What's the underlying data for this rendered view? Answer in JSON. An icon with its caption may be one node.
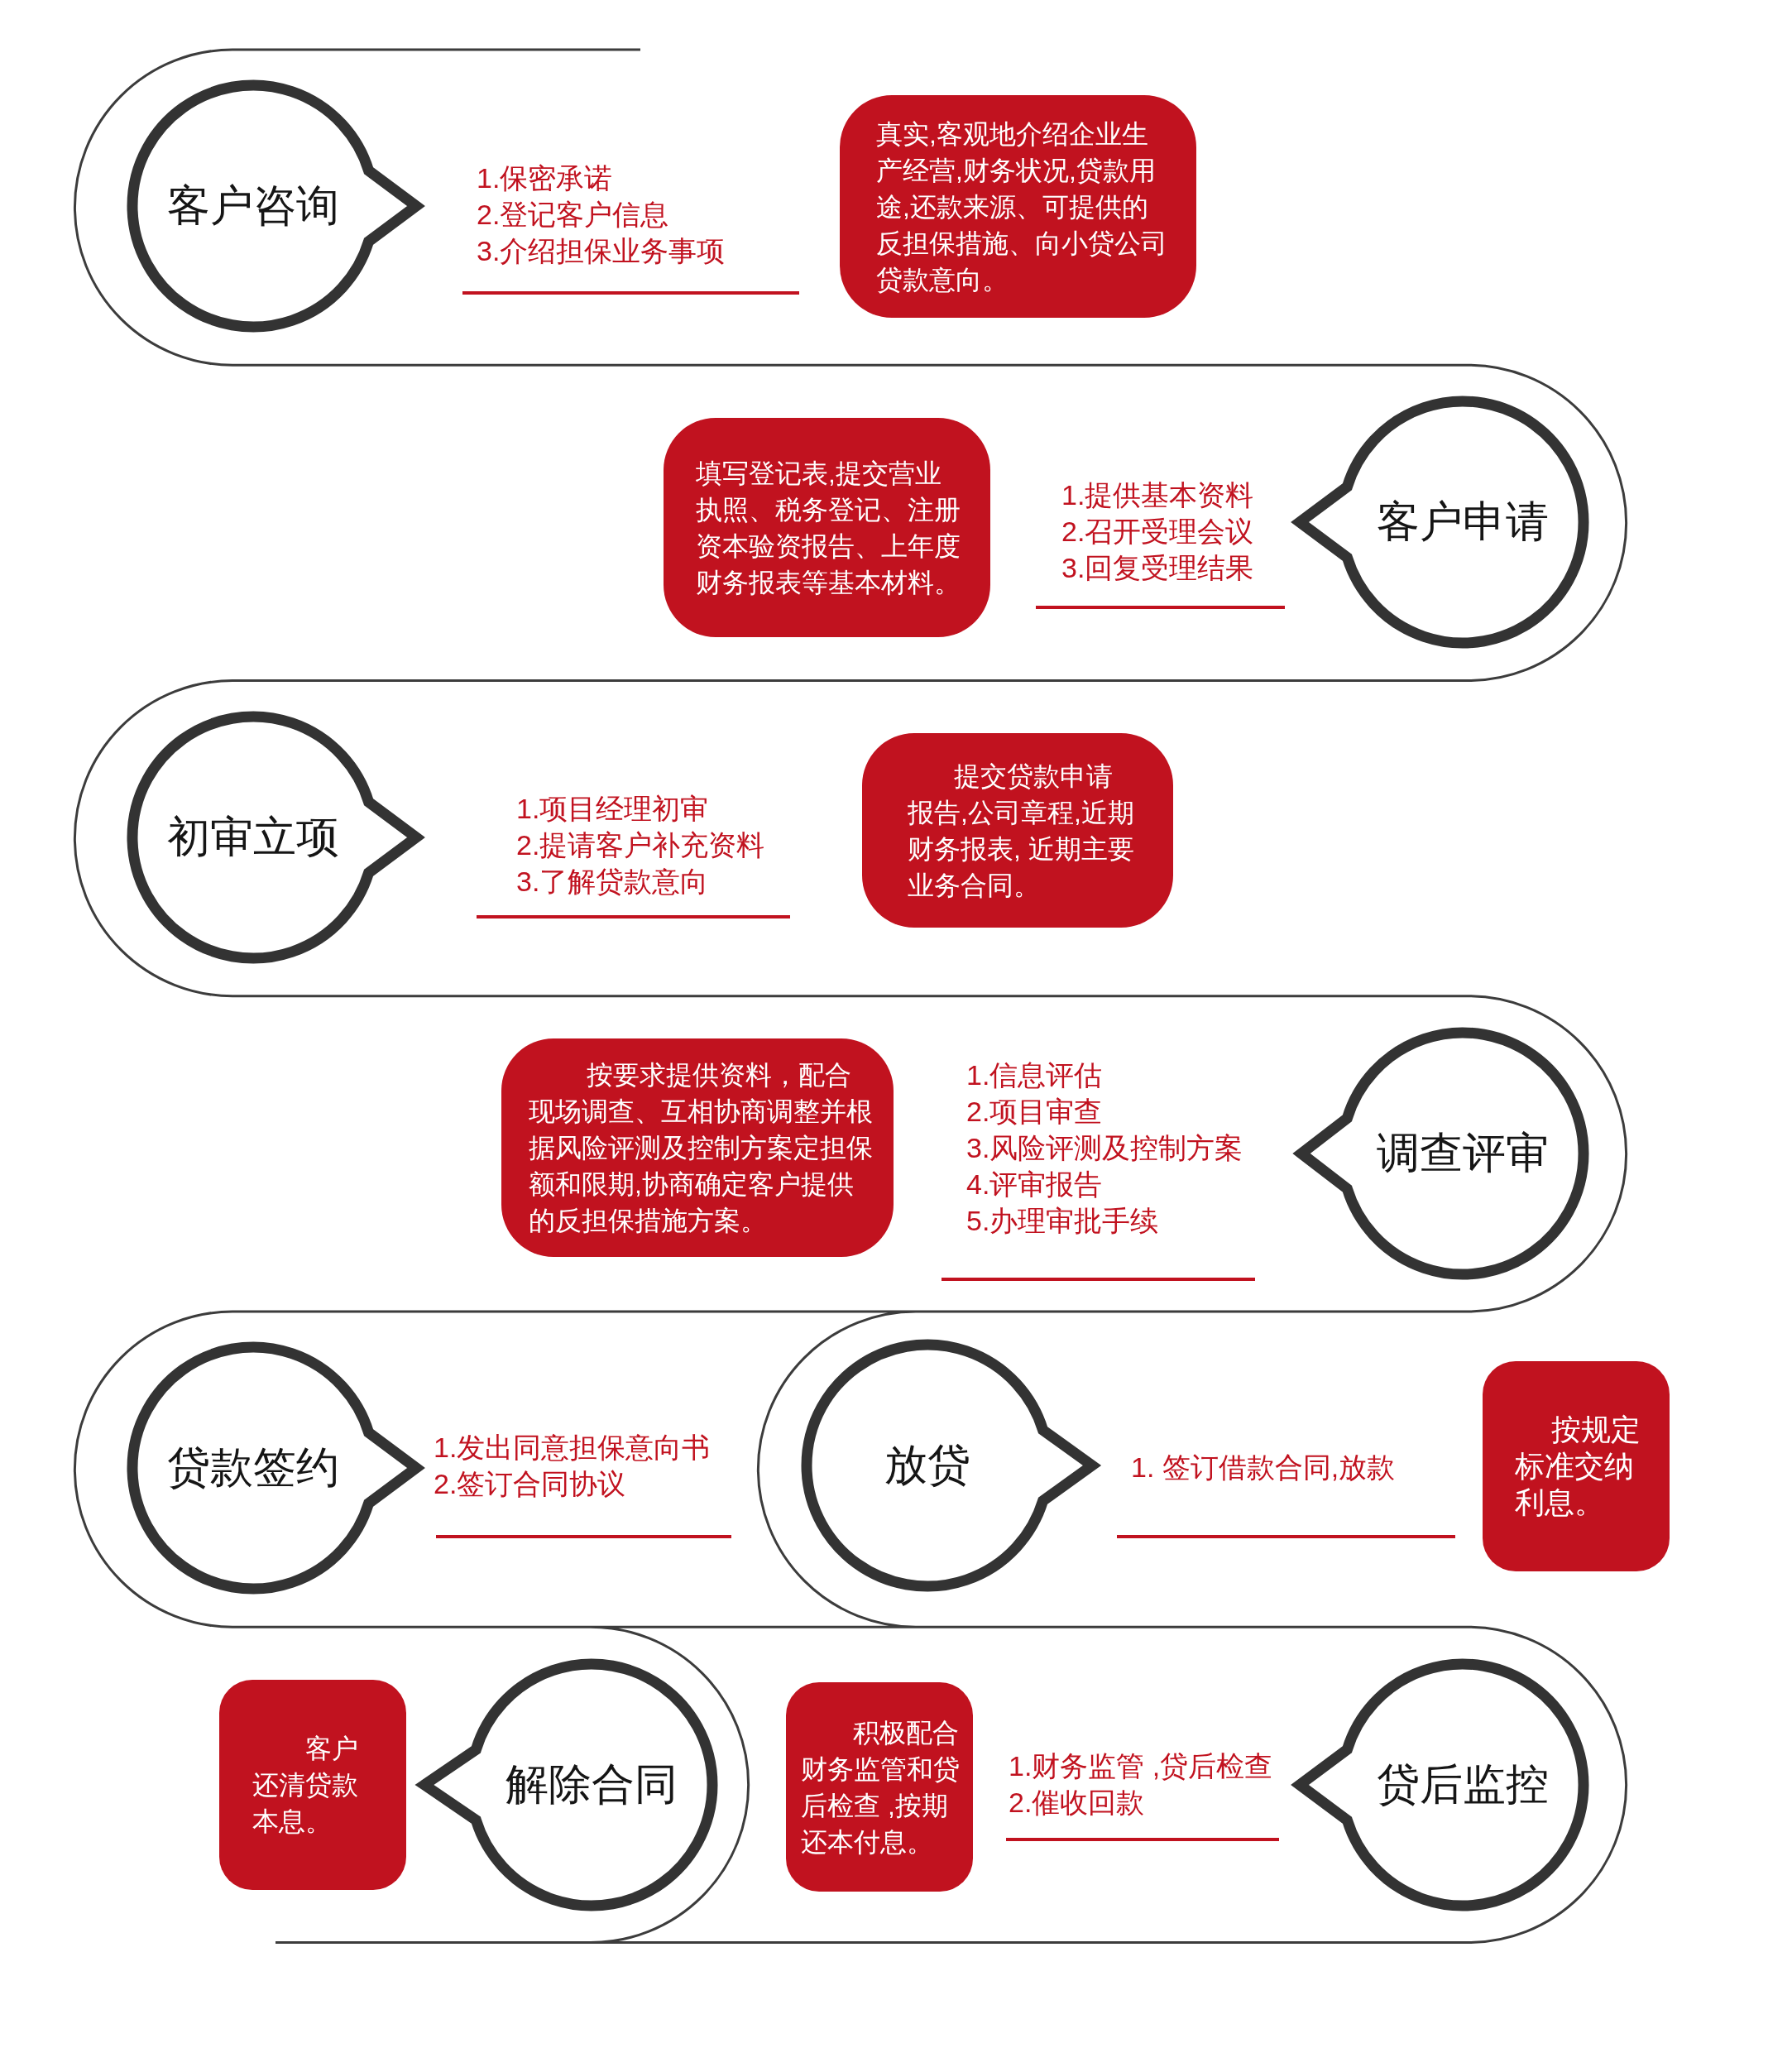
{
  "diagram": {
    "nodes": [
      {
        "text": [
          "客户咨询"
        ],
        "beside": [
          "1.保密承诺",
          "2.登记客户信息",
          "3.介绍担保业务事项"
        ]
      },
      {
        "text": [
          "真实,客观地介绍企业生产经营,财务状况,贷款用途,还款来源、可提供的反担保措施、向小贷公司贷款意向。"
        ]
      },
      {
        "text": [
          "填写登记表,提交营业执照、税务登记、注册资本验资报告、上年度财务报表等基本材料。"
        ]
      },
      {
        "text": [
          "客户申请"
        ],
        "beside": [
          "1.提供基本资料",
          "2.召开受理会议",
          "3.回复受理结果"
        ]
      },
      {
        "text": [
          "初审立项"
        ],
        "beside": [
          "1.项目经理初审",
          "2.提请客户补充资料",
          "3.了解贷款意向"
        ]
      },
      {
        "text": [
          "提交贷款申请报告,公司章程,近期财务报表, 近期主要业务合同。"
        ]
      },
      {
        "text": [
          "按要求提供资料，配合现场调查、互相协商调整并根据风险评测及控制方案定担保额和限期,协商确定客户提供的反担保措施方案。"
        ]
      },
      {
        "text": [
          "调查评审"
        ],
        "beside": [
          "1.信息评估",
          "2.项目审查",
          "3.风险评测及控制方案",
          "4.评审报告",
          "5.办理审批手续"
        ]
      },
      {
        "text": [
          "贷款签约"
        ],
        "beside": [
          "1.发出同意担保意向书",
          "2.签订合同协议"
        ]
      },
      {
        "text": [
          "放贷"
        ],
        "beside": [
          "1. 签订借款合同,放款"
        ]
      },
      {
        "text": [
          "按规定标准交纳利息。"
        ]
      },
      {
        "text": [
          "客户还清贷款本息。"
        ]
      },
      {
        "text": [
          "解除合同"
        ]
      },
      {
        "text": [
          "积极配合财务监管和贷后检查 ,按期还本付息。"
        ]
      },
      {
        "text": [
          "贷后监控"
        ],
        "beside": [
          "1.财务监管 ,贷后检查",
          "2.催收回款"
        ]
      }
    ]
  }
}
